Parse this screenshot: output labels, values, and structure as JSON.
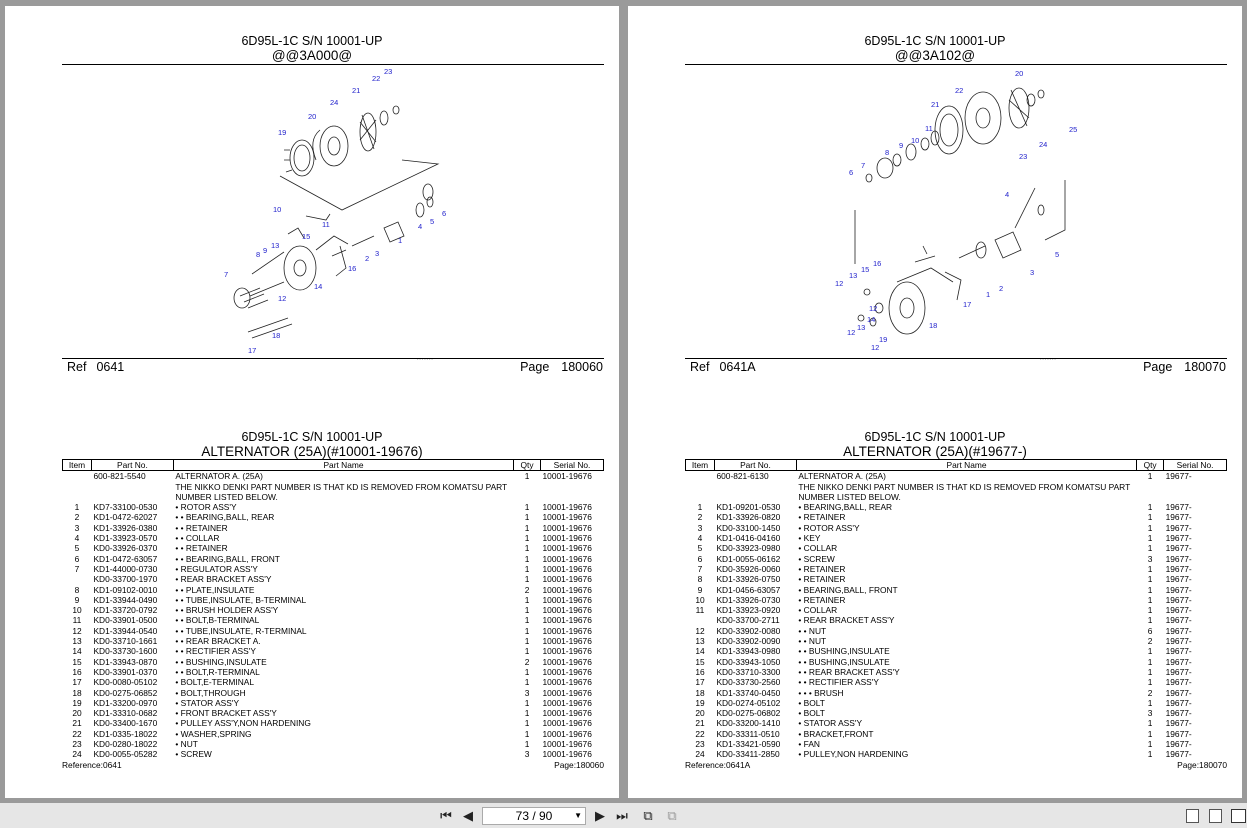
{
  "left": {
    "header1": "6D95L-1C S/N 10001-UP",
    "header2": "@@3A000@",
    "ref_label": "Ref",
    "ref_value": "0641",
    "page_label": "Page",
    "page_value": "180060",
    "lower_header1": "6D95L-1C S/N 10001-UP",
    "lower_header2": "ALTERNATOR (25A)(#10001-19676)",
    "columns": [
      "Item",
      "Part No.",
      "Part Name",
      "Qty",
      "Serial No."
    ],
    "rows": [
      [
        "",
        "600-821-5540",
        "ALTERNATOR A. (25A)",
        "1",
        "10001-19676"
      ],
      [
        "",
        "",
        "THE NIKKO DENKI PART NUMBER IS THAT KD IS REMOVED FROM KOMATSU PART NUMBER LISTED BELOW.",
        "",
        ""
      ],
      [
        "1",
        "KD7-33100-0530",
        "• ROTOR ASS'Y",
        "1",
        "10001-19676"
      ],
      [
        "2",
        "KD1-0472-62027",
        "• • BEARING,BALL, REAR",
        "1",
        "10001-19676"
      ],
      [
        "3",
        "KD1-33926-0380",
        "• • RETAINER",
        "1",
        "10001-19676"
      ],
      [
        "4",
        "KD1-33923-0570",
        "• • COLLAR",
        "1",
        "10001-19676"
      ],
      [
        "5",
        "KD0-33926-0370",
        "• • RETAINER",
        "1",
        "10001-19676"
      ],
      [
        "6",
        "KD1-0472-63057",
        "• • BEARING,BALL, FRONT",
        "1",
        "10001-19676"
      ],
      [
        "7",
        "KD1-44000-0730",
        "• REGULATOR ASS'Y",
        "1",
        "10001-19676"
      ],
      [
        "",
        "KD0-33700-1970",
        "• REAR BRACKET ASS'Y",
        "1",
        "10001-19676"
      ],
      [
        "8",
        "KD1-09102-0010",
        "• • PLATE,INSULATE",
        "2",
        "10001-19676"
      ],
      [
        "9",
        "KD1-33944-0490",
        "• • TUBE,INSULATE, B-TERMINAL",
        "1",
        "10001-19676"
      ],
      [
        "10",
        "KD1-33720-0792",
        "• • BRUSH HOLDER ASS'Y",
        "1",
        "10001-19676"
      ],
      [
        "11",
        "KD0-33901-0500",
        "• • BOLT,B-TERMINAL",
        "1",
        "10001-19676"
      ],
      [
        "12",
        "KD1-33944-0540",
        "• • TUBE,INSULATE, R-TERMINAL",
        "1",
        "10001-19676"
      ],
      [
        "13",
        "KD0-33710-1661",
        "• • REAR BRACKET A.",
        "1",
        "10001-19676"
      ],
      [
        "14",
        "KD0-33730-1600",
        "• • RECTIFIER ASS'Y",
        "1",
        "10001-19676"
      ],
      [
        "15",
        "KD1-33943-0870",
        "• • BUSHING,INSULATE",
        "2",
        "10001-19676"
      ],
      [
        "16",
        "KD0-33901-0370",
        "• • BOLT,R-TERMINAL",
        "1",
        "10001-19676"
      ],
      [
        "17",
        "KD0-0080-05102",
        "• BOLT,E-TERMINAL",
        "1",
        "10001-19676"
      ],
      [
        "18",
        "KD0-0275-06852",
        "• BOLT,THROUGH",
        "3",
        "10001-19676"
      ],
      [
        "19",
        "KD1-33200-0970",
        "• STATOR ASS'Y",
        "1",
        "10001-19676"
      ],
      [
        "20",
        "KD1-33310-0682",
        "• FRONT BRACKET ASS'Y",
        "1",
        "10001-19676"
      ],
      [
        "21",
        "KD0-33400-1670",
        "• PULLEY ASS'Y,NON HARDENING",
        "1",
        "10001-19676"
      ],
      [
        "22",
        "KD1-0335-18022",
        "• WASHER,SPRING",
        "1",
        "10001-19676"
      ],
      [
        "23",
        "KD0-0280-18022",
        "• NUT",
        "1",
        "10001-19676"
      ],
      [
        "24",
        "KD0-0055-05282",
        "• SCREW",
        "3",
        "10001-19676"
      ]
    ],
    "footer_left": "Reference:0641",
    "footer_right": "Page:180060"
  },
  "right": {
    "header1": "6D95L-1C S/N 10001-UP",
    "header2": "@@3A102@",
    "ref_label": "Ref",
    "ref_value": "0641A",
    "page_label": "Page",
    "page_value": "180070",
    "lower_header1": "6D95L-1C S/N 10001-UP",
    "lower_header2": "ALTERNATOR (25A)(#19677-)",
    "columns": [
      "Item",
      "Part No.",
      "Part Name",
      "Qty",
      "Serial No."
    ],
    "rows": [
      [
        "",
        "600-821-6130",
        "ALTERNATOR A. (25A)",
        "1",
        "19677-"
      ],
      [
        "",
        "",
        "THE NIKKO DENKI PART NUMBER IS THAT KD IS REMOVED FROM KOMATSU PART NUMBER LISTED BELOW.",
        "",
        ""
      ],
      [
        "1",
        "KD1-09201-0530",
        "• BEARING,BALL, REAR",
        "1",
        "19677-"
      ],
      [
        "2",
        "KD1-33926-0820",
        "• RETAINER",
        "1",
        "19677-"
      ],
      [
        "3",
        "KD0-33100-1450",
        "• ROTOR ASS'Y",
        "1",
        "19677-"
      ],
      [
        "4",
        "KD1-0416-04160",
        "• KEY",
        "1",
        "19677-"
      ],
      [
        "5",
        "KD0-33923-0980",
        "• COLLAR",
        "1",
        "19677-"
      ],
      [
        "6",
        "KD1-0055-06162",
        "• SCREW",
        "3",
        "19677-"
      ],
      [
        "7",
        "KD0-35926-0060",
        "• RETAINER",
        "1",
        "19677-"
      ],
      [
        "8",
        "KD1-33926-0750",
        "• RETAINER",
        "1",
        "19677-"
      ],
      [
        "9",
        "KD1-0456-63057",
        "• BEARING,BALL, FRONT",
        "1",
        "19677-"
      ],
      [
        "10",
        "KD1-33926-0730",
        "• RETAINER",
        "1",
        "19677-"
      ],
      [
        "11",
        "KD1-33923-0920",
        "• COLLAR",
        "1",
        "19677-"
      ],
      [
        "",
        "KD0-33700-2711",
        "• REAR BRACKET ASS'Y",
        "1",
        "19677-"
      ],
      [
        "12",
        "KD0-33902-0080",
        "• • NUT",
        "6",
        "19677-"
      ],
      [
        "13",
        "KD0-33902-0090",
        "• • NUT",
        "2",
        "19677-"
      ],
      [
        "14",
        "KD1-33943-0980",
        "• • BUSHING,INSULATE",
        "1",
        "19677-"
      ],
      [
        "15",
        "KD0-33943-1050",
        "• • BUSHING,INSULATE",
        "1",
        "19677-"
      ],
      [
        "16",
        "KD0-33710-3300",
        "• • REAR BRACKET ASS'Y",
        "1",
        "19677-"
      ],
      [
        "17",
        "KD0-33730-2560",
        "• • RECTIFIER ASS'Y",
        "1",
        "19677-"
      ],
      [
        "18",
        "KD1-33740-0450",
        "• • • BRUSH",
        "2",
        "19677-"
      ],
      [
        "19",
        "KD0-0274-05102",
        "• BOLT",
        "1",
        "19677-"
      ],
      [
        "20",
        "KD0-0275-06802",
        "• BOLT",
        "3",
        "19677-"
      ],
      [
        "21",
        "KD0-33200-1410",
        "• STATOR ASS'Y",
        "1",
        "19677-"
      ],
      [
        "22",
        "KD0-33311-0510",
        "• BRACKET,FRONT",
        "1",
        "19677-"
      ],
      [
        "23",
        "KD1-33421-0590",
        "• FAN",
        "1",
        "19677-"
      ],
      [
        "24",
        "KD0-33411-2850",
        "• PULLEY,NON HARDENING",
        "1",
        "19677-"
      ]
    ],
    "footer_left": "Reference:0641A",
    "footer_right": "Page:180070"
  },
  "toolbar": {
    "page_indicator": "73 / 90",
    "first_icon": "first-page-icon",
    "prev_icon": "previous-page-icon",
    "next_icon": "next-page-icon",
    "last_icon": "last-page-icon"
  },
  "callouts_left": [
    "1",
    "2",
    "3",
    "4",
    "5",
    "6",
    "7",
    "8",
    "9",
    "10",
    "11",
    "12",
    "13",
    "14",
    "15",
    "16",
    "17",
    "18",
    "19",
    "20",
    "21",
    "22",
    "23",
    "24"
  ],
  "callouts_right": [
    "1",
    "2",
    "3",
    "4",
    "5",
    "6",
    "7",
    "8",
    "9",
    "10",
    "11",
    "12",
    "12",
    "12",
    "13",
    "13",
    "14",
    "15",
    "16",
    "17",
    "18",
    "19",
    "20",
    "21",
    "22",
    "23",
    "24",
    "25"
  ]
}
